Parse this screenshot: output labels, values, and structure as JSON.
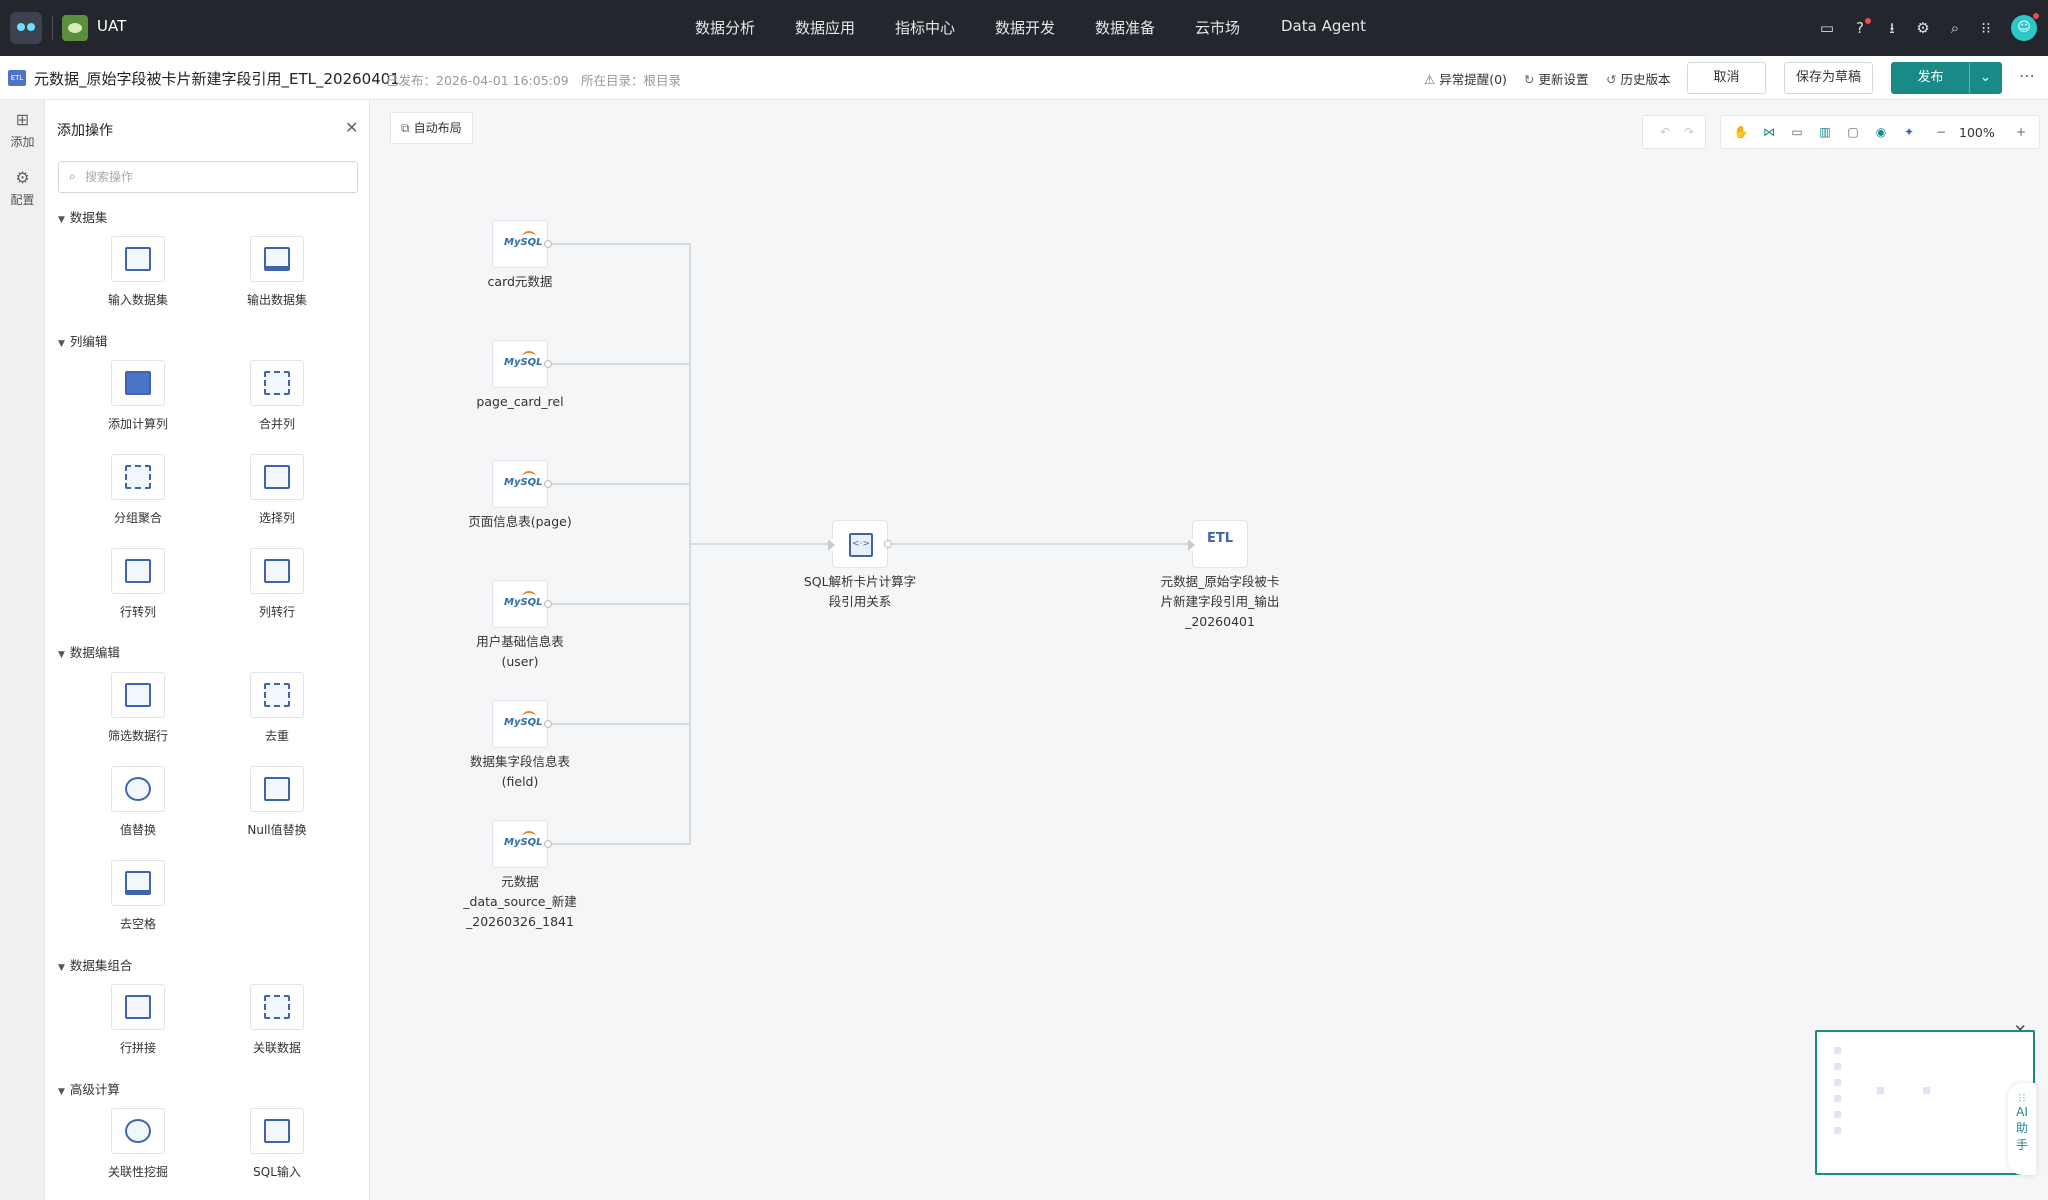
{
  "topnav": {
    "env_name": "UAT",
    "menu": [
      "数据分析",
      "数据应用",
      "指标中心",
      "数据开发",
      "数据准备",
      "云市场",
      "Data Agent"
    ],
    "icons": [
      "monitor-icon",
      "help-icon",
      "download-icon",
      "settings-icon",
      "search-icon",
      "apps-grid-icon"
    ]
  },
  "header": {
    "title": "元数据_原始字段被卡片新建字段引用_ETL_20260401",
    "published": "已发布：2026-04-01 16:05:09",
    "directory": "所在目录：根目录",
    "alerts": "异常提醒(0)",
    "update_settings": "更新设置",
    "history": "历史版本",
    "cancel": "取消",
    "save_draft": "保存为草稿",
    "publish": "发布",
    "etl_badge": "ETL"
  },
  "rail": {
    "add": "添加",
    "config": "配置"
  },
  "panel": {
    "title": "添加操作",
    "search_placeholder": "搜索操作",
    "sections": {
      "dataset": "数据集",
      "column_edit": "列编辑",
      "data_edit": "数据编辑",
      "dataset_combine": "数据集组合",
      "advanced": "高级计算"
    },
    "ops": {
      "input_dataset": "输入数据集",
      "output_dataset": "输出数据集",
      "add_calc_column": "添加计算列",
      "merge_columns": "合并列",
      "group_aggregate": "分组聚合",
      "select_columns": "选择列",
      "row_to_column": "行转列",
      "column_to_row": "列转行",
      "filter_rows": "筛选数据行",
      "dedupe": "去重",
      "value_replace": "值替换",
      "null_replace": "Null值替换",
      "trim_spaces": "去空格",
      "row_concat": "行拼接",
      "join_data": "关联数据",
      "association_mining": "关联性挖掘",
      "sql_input": "SQL输入"
    }
  },
  "canvas": {
    "auto_layout": "自动布局",
    "zoom": "100%",
    "nodes": {
      "n1": "card元数据",
      "n2": "page_card_rel",
      "n3": "页面信息表(page)",
      "n4_l1": "用户基础信息表",
      "n4_l2": "(user)",
      "n5_l1": "数据集字段信息表",
      "n5_l2": "(field)",
      "n6_l1": "元数据",
      "n6_l2": "_data_source_新建",
      "n6_l3": "_20260326_1841",
      "sql_l1": "SQL解析卡片计算字",
      "sql_l2": "段引用关系",
      "out_l1": "元数据_原始字段被卡",
      "out_l2": "片新建字段引用_输出",
      "out_l3": "_20260401"
    },
    "mysql_logo": "MySQL",
    "sql_glyph": "<·>",
    "etl_glyph": "ETL"
  },
  "ai": {
    "label_1": "AI",
    "label_2": "助",
    "label_3": "手"
  },
  "colors": {
    "primary": "#1a8a88",
    "topnav": "#23262d",
    "icon_blue": "#3e64b0"
  }
}
